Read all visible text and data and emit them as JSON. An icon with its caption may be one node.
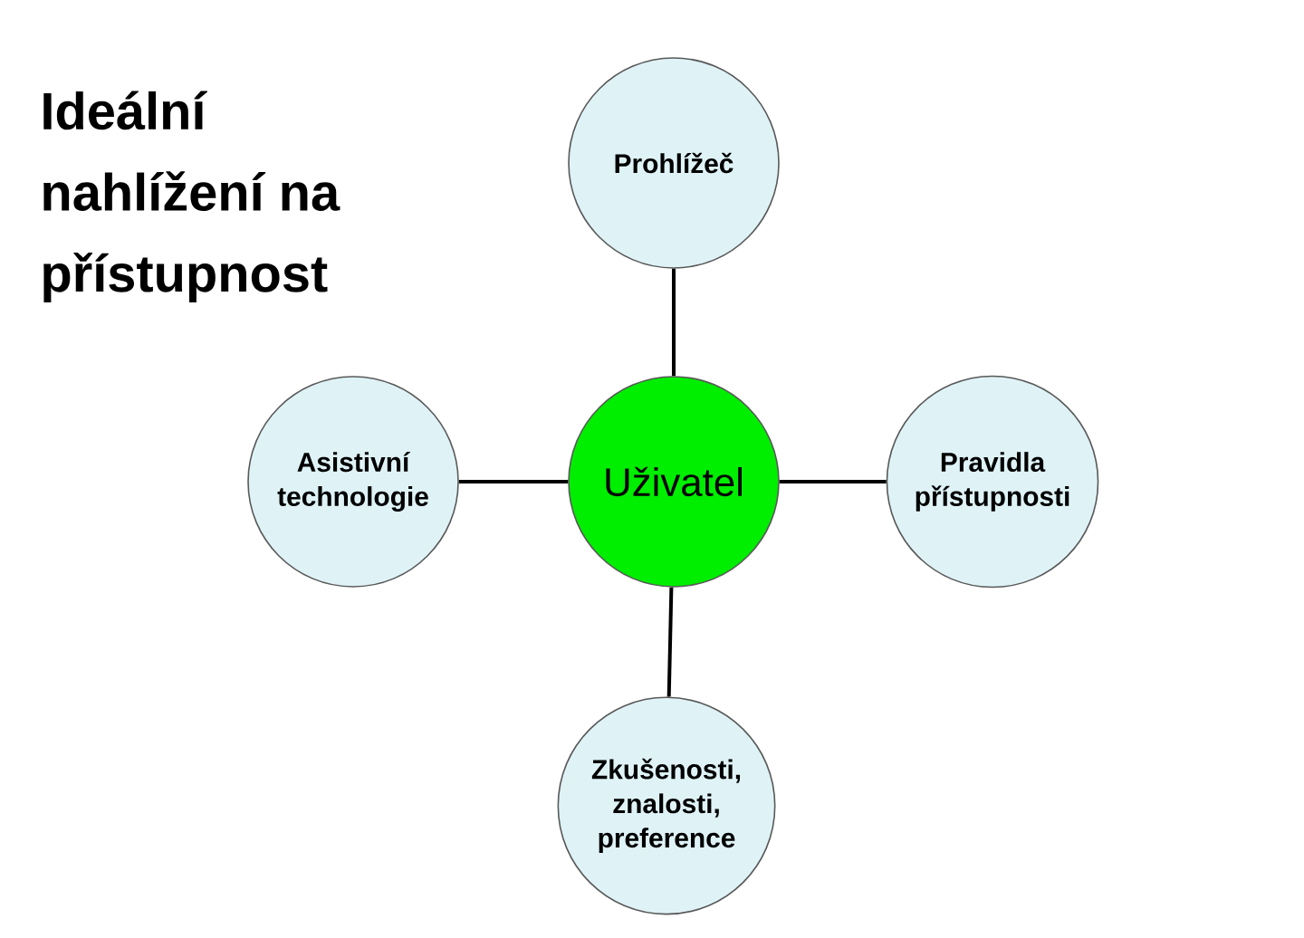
{
  "diagram": {
    "title": "Ideální nahlížení na přístupnost",
    "nodes": [
      {
        "text": [
          "Prohlížeč"
        ]
      },
      {
        "text": [
          "Asistivní technologie"
        ]
      },
      {
        "text": [
          "Uživatel"
        ]
      },
      {
        "text": [
          "Pravidla přístupnosti"
        ]
      },
      {
        "text": [
          "Zkušenosti, znalosti, preference"
        ]
      }
    ],
    "edges": [
      {
        "from": 2,
        "to": 0,
        "arrow": "none"
      },
      {
        "from": 2,
        "to": 1,
        "arrow": "none"
      },
      {
        "from": 2,
        "to": 3,
        "arrow": "none"
      },
      {
        "from": 2,
        "to": 4,
        "arrow": "none"
      }
    ]
  }
}
